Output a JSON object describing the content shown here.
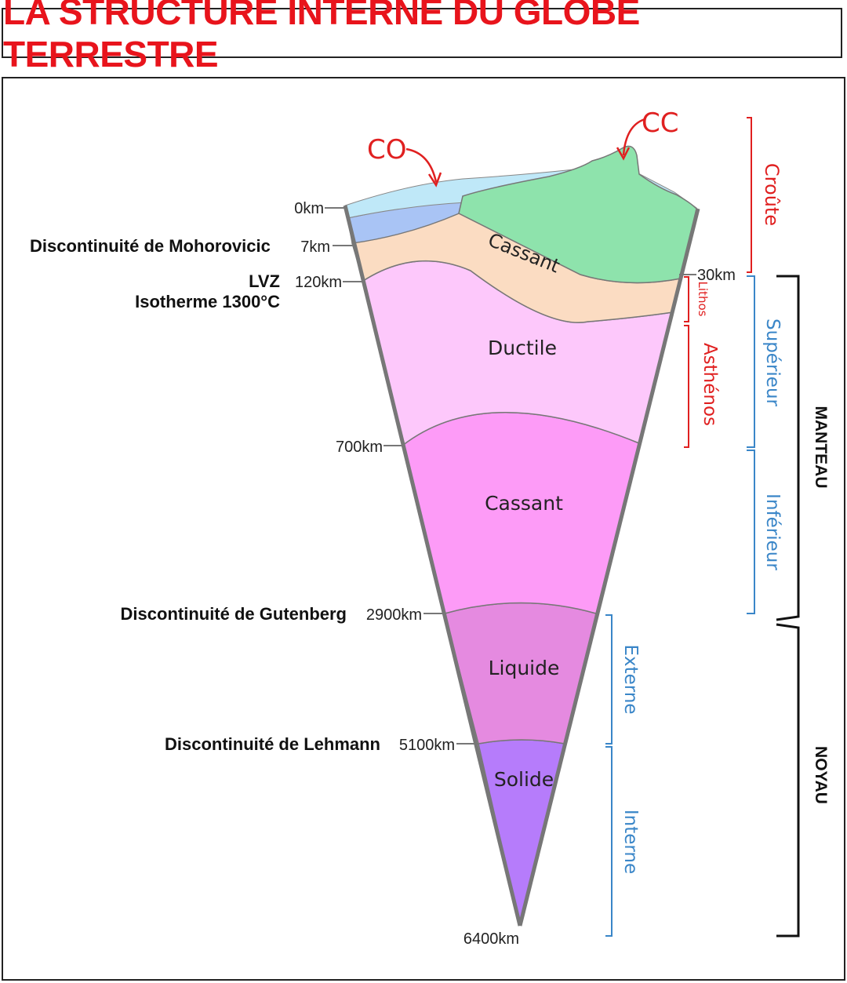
{
  "title": "LA STRUCTURE INTERNE DU GLOBE TERRESTRE",
  "colors": {
    "title_red": "#e8141c",
    "ocean": "#bfe8f8",
    "oceanic_crust": "#a9c4f5",
    "continental_crust": "#8ee3ac",
    "lithosphere_mantle": "#fbdcc2",
    "ductile_mantle": "#fdc8fb",
    "lower_mantle": "#fd9bf7",
    "outer_core": "#e58ae0",
    "inner_core": "#b67cfb",
    "red_bracket": "#e02020",
    "blue_bracket": "#3a86c8"
  },
  "surface": {
    "co": "CO",
    "cc": "CC"
  },
  "layers": {
    "cassant_upper": "Cassant",
    "ductile": "Ductile",
    "cassant_lower": "Cassant",
    "liquide": "Liquide",
    "solide": "Solide"
  },
  "depths": {
    "d0": "0km",
    "d7": "7km",
    "d120": "120km",
    "d700": "700km",
    "d2900": "2900km",
    "d5100": "5100km",
    "d6400": "6400km",
    "d30": "30km"
  },
  "discontinuities": {
    "moho": "Discontinuité de Mohorovicic",
    "lvz": "LVZ",
    "isotherme": "Isotherme 1300°C",
    "gutenberg": "Discontinuité de Gutenberg",
    "lehmann": "Discontinuité de Lehmann"
  },
  "brackets": {
    "croute": "Croûte",
    "lithos": "Lithos",
    "asthenos": "Asthénos",
    "superieur": "Supérieur",
    "inferieur": "Inférieur",
    "externe": "Externe",
    "interne": "Interne",
    "manteau": "MANTEAU",
    "noyau": "NOYAU"
  }
}
